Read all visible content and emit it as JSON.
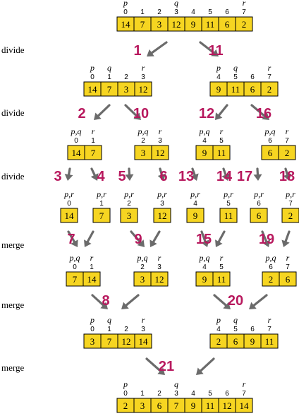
{
  "row_labels": [
    "divide",
    "divide",
    "divide",
    "merge",
    "merge",
    "merge"
  ],
  "arrays": [
    {
      "id": "top",
      "values": [
        14,
        7,
        3,
        12,
        9,
        11,
        6,
        2
      ],
      "indices": [
        0,
        1,
        2,
        3,
        4,
        5,
        6,
        7
      ],
      "pointers": [
        {
          "label": "p",
          "at": 0
        },
        {
          "label": "q",
          "at": 3
        },
        {
          "label": "r",
          "at": 7
        }
      ]
    },
    {
      "id": "L",
      "values": [
        14,
        7,
        3,
        12
      ],
      "indices": [
        0,
        1,
        2,
        3
      ],
      "pointers": [
        {
          "label": "p",
          "at": 0
        },
        {
          "label": "q",
          "at": 1
        },
        {
          "label": "r",
          "at": 3
        }
      ]
    },
    {
      "id": "R",
      "values": [
        9,
        11,
        6,
        2
      ],
      "indices": [
        4,
        5,
        6,
        7
      ],
      "pointers": [
        {
          "label": "p",
          "at": 0
        },
        {
          "label": "q",
          "at": 1
        },
        {
          "label": "r",
          "at": 3
        }
      ]
    },
    {
      "id": "LL",
      "values": [
        14,
        7
      ],
      "indices": [
        0,
        1
      ],
      "pointers": [
        {
          "label": "p,q",
          "at": 0
        },
        {
          "label": "r",
          "at": 1
        }
      ]
    },
    {
      "id": "LR",
      "values": [
        3,
        12
      ],
      "indices": [
        2,
        3
      ],
      "pointers": [
        {
          "label": "p,q",
          "at": 0
        },
        {
          "label": "r",
          "at": 1
        }
      ]
    },
    {
      "id": "RL",
      "values": [
        9,
        11
      ],
      "indices": [
        4,
        5
      ],
      "pointers": [
        {
          "label": "p,q",
          "at": 0
        },
        {
          "label": "r",
          "at": 1
        }
      ]
    },
    {
      "id": "RR",
      "values": [
        6,
        2
      ],
      "indices": [
        6,
        7
      ],
      "pointers": [
        {
          "label": "p,q",
          "at": 0
        },
        {
          "label": "r",
          "at": 1
        }
      ]
    },
    {
      "id": "s0",
      "values": [
        14
      ],
      "indices": [
        0
      ],
      "pointers": [
        {
          "label": "p,r",
          "at": 0
        }
      ]
    },
    {
      "id": "s1",
      "values": [
        7
      ],
      "indices": [
        1
      ],
      "pointers": [
        {
          "label": "p,r",
          "at": 0
        }
      ]
    },
    {
      "id": "s2",
      "values": [
        3
      ],
      "indices": [
        2
      ],
      "pointers": [
        {
          "label": "p,r",
          "at": 0
        }
      ]
    },
    {
      "id": "s3",
      "values": [
        12
      ],
      "indices": [
        3
      ],
      "pointers": [
        {
          "label": "p,r",
          "at": 0
        }
      ]
    },
    {
      "id": "s4",
      "values": [
        9
      ],
      "indices": [
        4
      ],
      "pointers": [
        {
          "label": "p,r",
          "at": 0
        }
      ]
    },
    {
      "id": "s5",
      "values": [
        11
      ],
      "indices": [
        5
      ],
      "pointers": [
        {
          "label": "p,r",
          "at": 0
        }
      ]
    },
    {
      "id": "s6",
      "values": [
        6
      ],
      "indices": [
        6
      ],
      "pointers": [
        {
          "label": "p,r",
          "at": 0
        }
      ]
    },
    {
      "id": "s7",
      "values": [
        2
      ],
      "indices": [
        7
      ],
      "pointers": [
        {
          "label": "p,r",
          "at": 0
        }
      ]
    },
    {
      "id": "mLL",
      "values": [
        7,
        14
      ],
      "indices": [
        0,
        1
      ],
      "pointers": [
        {
          "label": "p,q",
          "at": 0
        },
        {
          "label": "r",
          "at": 1
        }
      ]
    },
    {
      "id": "mLR",
      "values": [
        3,
        12
      ],
      "indices": [
        2,
        3
      ],
      "pointers": [
        {
          "label": "p,q",
          "at": 0
        },
        {
          "label": "r",
          "at": 1
        }
      ]
    },
    {
      "id": "mRL",
      "values": [
        9,
        11
      ],
      "indices": [
        4,
        5
      ],
      "pointers": [
        {
          "label": "p,q",
          "at": 0
        },
        {
          "label": "r",
          "at": 1
        }
      ]
    },
    {
      "id": "mRR",
      "values": [
        2,
        6
      ],
      "indices": [
        6,
        7
      ],
      "pointers": [
        {
          "label": "p,q",
          "at": 0
        },
        {
          "label": "r",
          "at": 1
        }
      ]
    },
    {
      "id": "mL",
      "values": [
        3,
        7,
        12,
        14
      ],
      "indices": [
        0,
        1,
        2,
        3
      ],
      "pointers": [
        {
          "label": "p",
          "at": 0
        },
        {
          "label": "q",
          "at": 1
        },
        {
          "label": "r",
          "at": 3
        }
      ]
    },
    {
      "id": "mR",
      "values": [
        2,
        6,
        9,
        11
      ],
      "indices": [
        4,
        5,
        6,
        7
      ],
      "pointers": [
        {
          "label": "p",
          "at": 0
        },
        {
          "label": "q",
          "at": 1
        },
        {
          "label": "r",
          "at": 3
        }
      ]
    },
    {
      "id": "final",
      "values": [
        2,
        3,
        6,
        7,
        9,
        11,
        12,
        14
      ],
      "indices": [
        0,
        1,
        2,
        3,
        4,
        5,
        6,
        7
      ],
      "pointers": [
        {
          "label": "p",
          "at": 0
        },
        {
          "label": "q",
          "at": 3
        },
        {
          "label": "r",
          "at": 7
        }
      ]
    }
  ],
  "steps": [
    "1",
    "2",
    "3",
    "4",
    "5",
    "6",
    "7",
    "8",
    "9",
    "10",
    "11",
    "12",
    "13",
    "14",
    "15",
    "16",
    "17",
    "18",
    "19",
    "20",
    "21"
  ],
  "colors": {
    "cell_fill": "#f6d521",
    "arrow": "#6b6b6b",
    "step_number": "#b8195e"
  }
}
